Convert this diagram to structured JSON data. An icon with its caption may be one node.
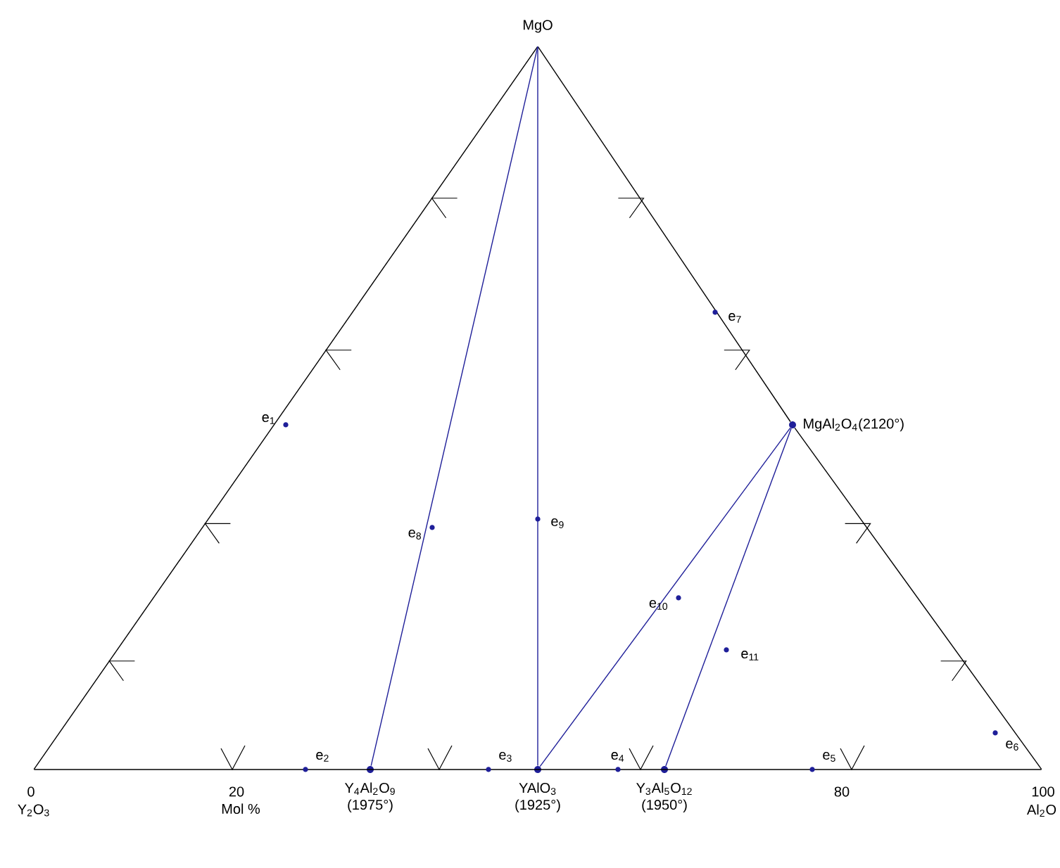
{
  "diagram": {
    "nodes": [
      {
        "text": [
          "MgO"
        ]
      },
      {
        "text": [
          "Y$_{2}$O$_{3}$"
        ]
      },
      {
        "text": [
          "Al$_{2}$O"
        ]
      },
      {
        "text": [
          "Y$_{4}$Al$_{2}$O$_{9}$ (1975°)"
        ]
      },
      {
        "text": [
          "YAlO$_{3}$ (1925°)"
        ]
      },
      {
        "text": [
          "Y$_{3}$Al$_{5}$O$_{12}$ (1950°)"
        ]
      },
      {
        "text": [
          "MgAl$_{2}$O$_{4}$(2120°)"
        ]
      }
    ],
    "edges": [
      {
        "from": 0,
        "to": 1,
        "arrow": "none"
      },
      {
        "from": 0,
        "to": 6,
        "arrow": "none"
      },
      {
        "from": 6,
        "to": 2,
        "arrow": "none"
      },
      {
        "from": 1,
        "to": 2,
        "arrow": "none"
      },
      {
        "from": 0,
        "to": 3,
        "arrow": "none",
        "color": "#1f1f99"
      },
      {
        "from": 0,
        "to": 4,
        "arrow": "none",
        "color": "#1f1f99"
      },
      {
        "from": 6,
        "to": 4,
        "arrow": "none",
        "color": "#1f1f99"
      },
      {
        "from": 6,
        "to": 5,
        "arrow": "none",
        "color": "#1f1f99"
      }
    ],
    "labels": [
      "e$_{7}$",
      "e$_{1}$",
      "e$_{9}$",
      "e$_{8}$",
      "e$_{10}$",
      "e$_{11}$",
      "e$_{6}$",
      "e$_{2}$",
      "e$_{3}$",
      "e$_{4}$",
      "e$_{5}$",
      "0",
      "20",
      "80",
      "100",
      "Mol %"
    ]
  }
}
